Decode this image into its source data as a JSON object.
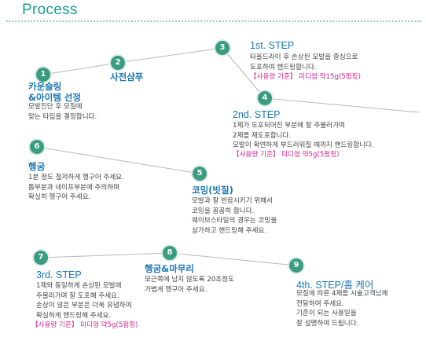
{
  "header": {
    "title": "Process"
  },
  "steps": [
    {
      "number": "1",
      "title_line1": "카운슬링",
      "title_line2": "&아이템 선정",
      "desc": [
        "모발진단 후 모질에",
        "맞는 타입을 결정합니다."
      ]
    },
    {
      "number": "2",
      "title": "사전샴푸"
    },
    {
      "number": "3",
      "title": "1st. STEP",
      "desc": [
        "타올드라이 후 손상된 모발을 중심으로",
        "도포하여 핸드링합니다."
      ],
      "note": "【사용량 기준】 미디엄 약15g(5펌핑)"
    },
    {
      "number": "4",
      "title": "2nd. STEP",
      "desc": [
        "1제가 도포되어진 부분에 잘 주물러가며",
        "2제를 재도포합니다.",
        "모발이 확연하게 부드러워질 때까지 핸드링합니다."
      ],
      "note": "【사용량 기준】 미디엄 약5g(5펌핑)"
    },
    {
      "number": "5",
      "title": "코밍(빗질)",
      "desc": [
        "모발과 잘 반응시키기 위해서",
        "코밍을 꼼꼼히 합니다.",
        "웨이브스타일의 경우는 코밍을",
        "삼가하고 핸드링해 주세요."
      ]
    },
    {
      "number": "6",
      "title": "헹굼",
      "desc": [
        "1분 정도 철저하게 헹구어 주세요.",
        "톱부분과 네이프부분에 주의하며",
        "확실히 헹구어 주세요."
      ]
    },
    {
      "number": "7",
      "title": "3rd. STEP",
      "desc": [
        "1제와 동일하게 손상된 모발에",
        "주물러가며 잘 도포해 주세요.",
        "손상이 많은 부분은 더욱 유념하여",
        "확실하게 핸드링해 주세요."
      ],
      "note": "【사용량 기준】 미디엄 약5g(5펌핑)"
    },
    {
      "number": "8",
      "title": "헹굼&마무리",
      "desc": [
        "모근쪽에 남지 않도록 20초정도",
        "가볍게 헹구어 주세요."
      ]
    },
    {
      "number": "9",
      "title": "4th. STEP/홈 케어",
      "desc": [
        "모질에 따른 4제를 시술고객님께",
        "전달하여 주세요.",
        "기준이 되는 사용일을",
        "잘 설명하여 드립니다."
      ]
    }
  ],
  "colors": {
    "accent_title": "#1b9c92",
    "dot": "#3a9c80",
    "step_title": "#1a77b6",
    "note": "#d6238f",
    "line": "#b8b8b8"
  }
}
